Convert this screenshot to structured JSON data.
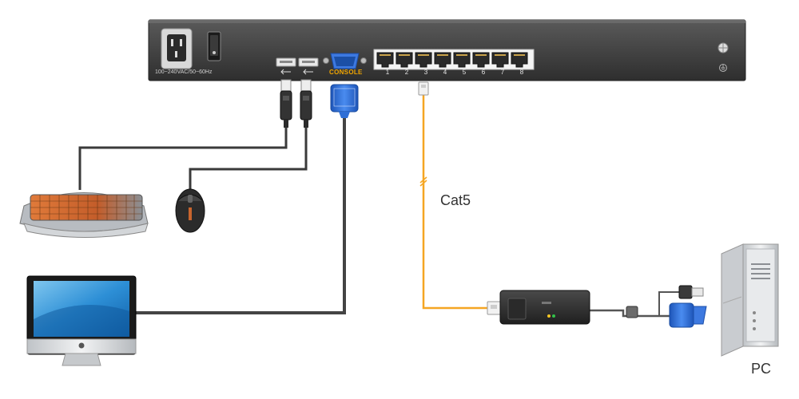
{
  "switch": {
    "power_label": "100~240VAC/50~60Hz",
    "console_label": "CONSOLE",
    "port_numbers": [
      "1",
      "2",
      "3",
      "4",
      "5",
      "6",
      "7",
      "8"
    ]
  },
  "cable": {
    "label": "Cat5"
  },
  "pc": {
    "label": "PC"
  },
  "colors": {
    "chassis": "#4a4a4a",
    "cable_dark": "#3a3a3a",
    "cable_orange": "#f5a623",
    "vga_blue": "#2f6fd6",
    "console_text": "#f0a500"
  }
}
